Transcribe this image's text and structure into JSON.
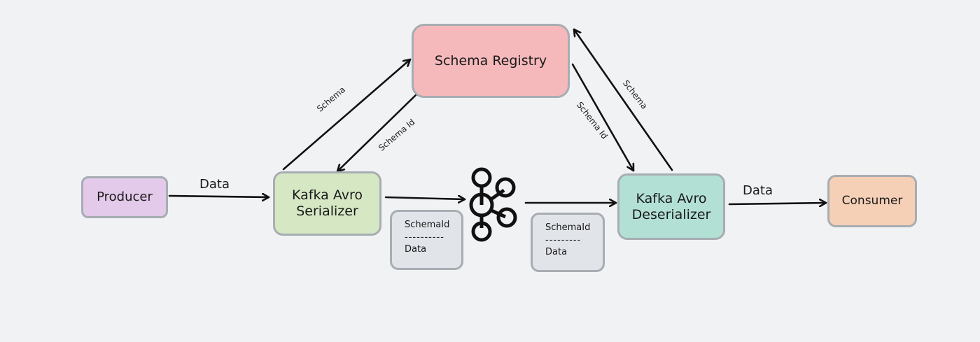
{
  "nodes": {
    "producer": "Producer",
    "serializer_line1": "Kafka Avro",
    "serializer_line2": "Serializer",
    "registry": "Schema Registry",
    "deserializer_line1": "Kafka Avro",
    "deserializer_line2": "Deserializer",
    "consumer": "Consumer"
  },
  "edges": {
    "producer_to_serializer": "Data",
    "serializer_to_registry": "Schema",
    "registry_to_serializer": "Schema Id",
    "registry_to_deserializer": "Schema Id",
    "deserializer_to_registry": "Schema",
    "deserializer_to_consumer": "Data"
  },
  "messages": [
    {
      "schema_id": "SchemaId",
      "separator": "----------",
      "data": "Data"
    },
    {
      "schema_id": "SchemaId",
      "separator": "---------",
      "data": "Data"
    }
  ],
  "kafka_icon": "kafka-logo-icon",
  "colors": {
    "producer": "#e3c9ea",
    "serializer": "#d6e7c4",
    "registry": "#f5b9bc",
    "deserializer": "#b3e0d5",
    "consumer": "#f5cfb6",
    "message": "#e1e4e8",
    "border": "#a7adb2",
    "stroke": "#111111"
  }
}
